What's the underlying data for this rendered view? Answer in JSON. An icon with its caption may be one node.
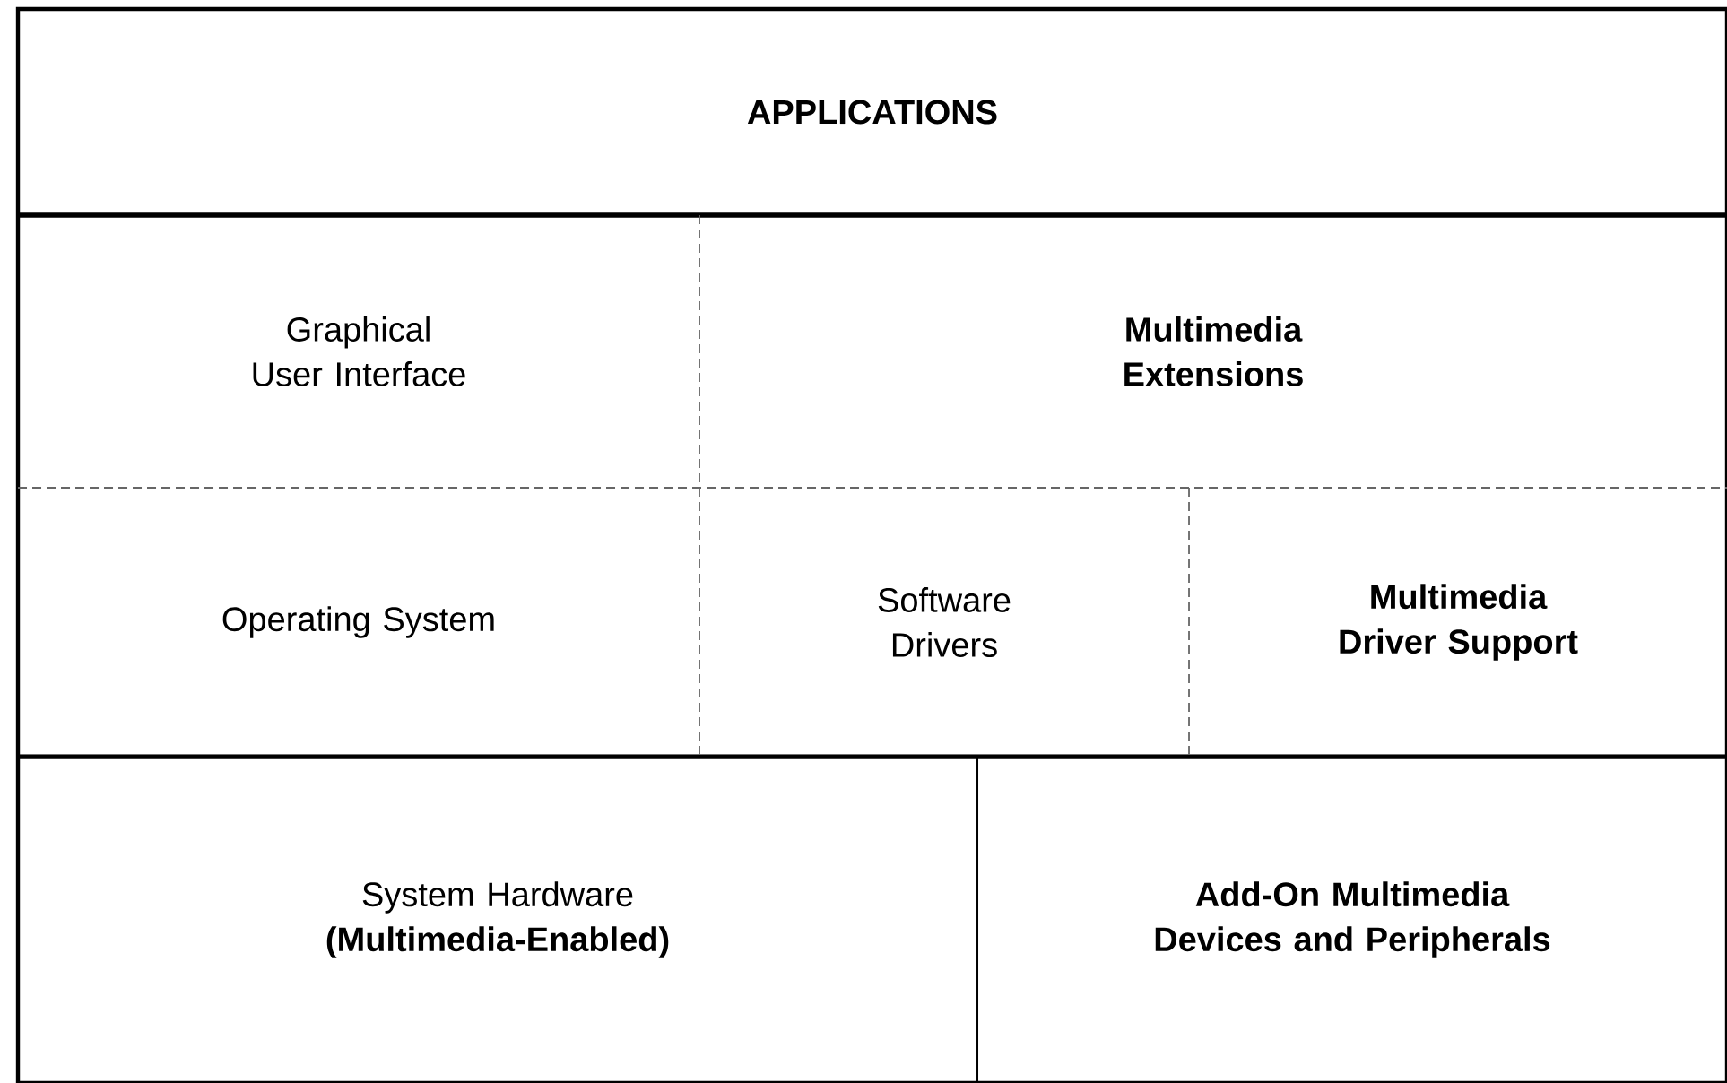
{
  "diagram": {
    "nodes": [
      {
        "text": [
          "APPLICATIONS"
        ]
      },
      {
        "text": [
          "Graphical User Interface"
        ]
      },
      {
        "text": [
          "Multimedia Extensions"
        ]
      },
      {
        "text": [
          "Operating System"
        ]
      },
      {
        "text": [
          "Software Drivers"
        ]
      },
      {
        "text": [
          "Multimedia Driver Support"
        ]
      },
      {
        "text": [
          "System Hardware **(Multimedia-Enabled)**"
        ]
      },
      {
        "text": [
          "Add-On Multimedia Devices and Peripherals"
        ]
      }
    ]
  }
}
